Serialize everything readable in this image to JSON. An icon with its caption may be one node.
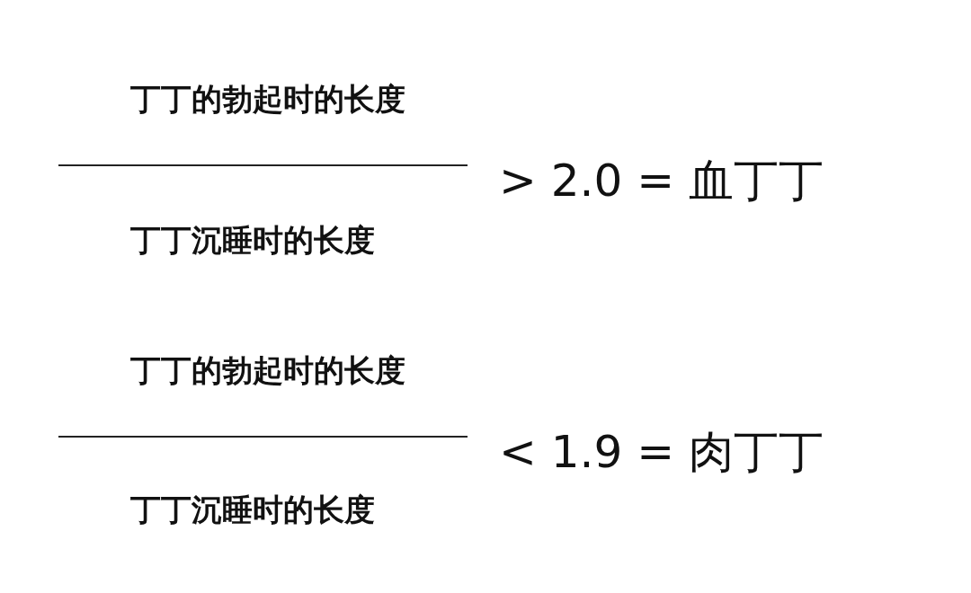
{
  "diagram": {
    "labels": [
      "丁丁的勃起时的长度",
      "丁丁沉睡时的长度",
      "> 2.0 = 血丁丁",
      "丁丁的勃起时的长度",
      "丁丁沉睡时的长度",
      "< 1.9 = 肉丁丁"
    ]
  }
}
